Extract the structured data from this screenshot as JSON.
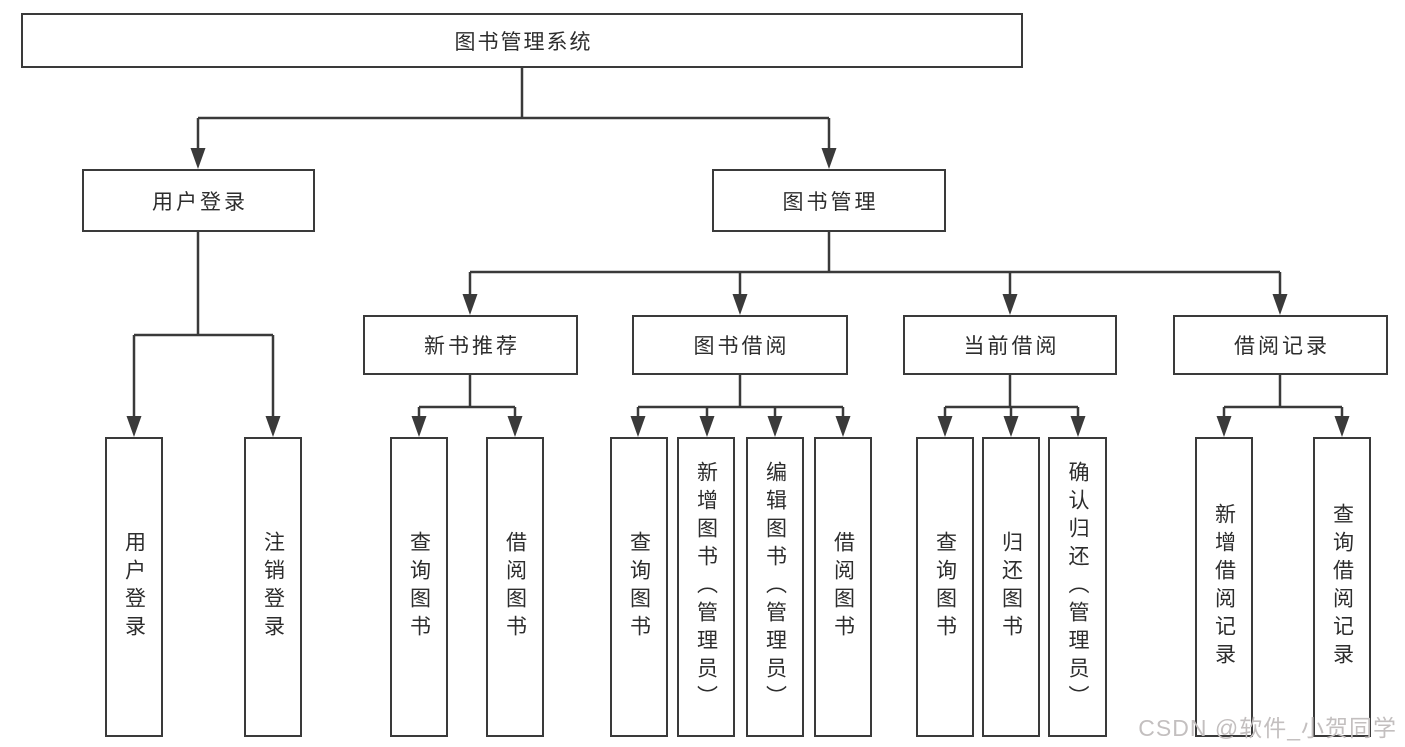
{
  "diagram": {
    "root": {
      "label": "图书管理系统"
    },
    "branches": [
      {
        "label": "用户登录",
        "children": [
          {
            "label": "用户登录"
          },
          {
            "label": "注销登录"
          }
        ]
      },
      {
        "label": "图书管理",
        "children": [
          {
            "label": "新书推荐",
            "children": [
              {
                "label": "查询图书"
              },
              {
                "label": "借阅图书"
              }
            ]
          },
          {
            "label": "图书借阅",
            "children": [
              {
                "label": "查询图书"
              },
              {
                "label": "新增图书（管理员）"
              },
              {
                "label": "编辑图书（管理员）"
              },
              {
                "label": "借阅图书"
              }
            ]
          },
          {
            "label": "当前借阅",
            "children": [
              {
                "label": "查询图书"
              },
              {
                "label": "归还图书"
              },
              {
                "label": "确认归还（管理员）"
              }
            ]
          },
          {
            "label": "借阅记录",
            "children": [
              {
                "label": "新增借阅记录"
              },
              {
                "label": "查询借阅记录"
              }
            ]
          }
        ]
      }
    ]
  },
  "watermark": {
    "text": "CSDN @软件_小贺同学"
  },
  "colors": {
    "line": "#3a3a3a",
    "text": "#2d2d2d",
    "watermark": "#c3bfbf",
    "background": "#ffffff"
  }
}
